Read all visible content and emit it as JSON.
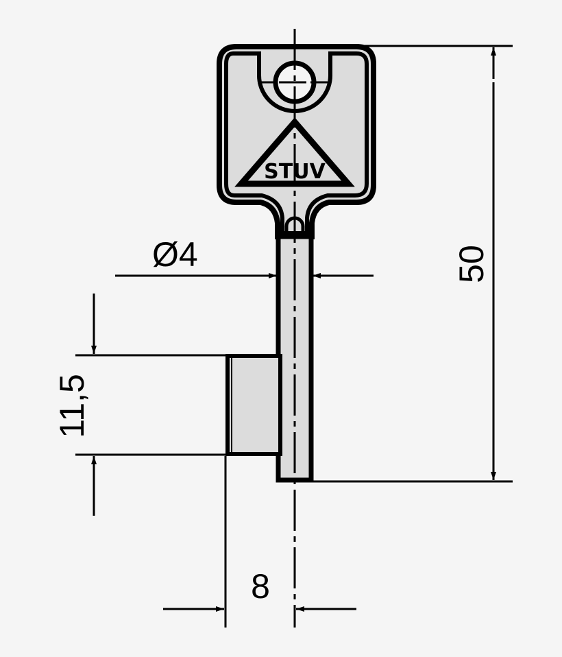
{
  "drawing": {
    "subject": "key",
    "brand_mark": "STUV",
    "colors": {
      "background": "#f5f5f5",
      "fill": "#dcdcdc",
      "line": "#000000"
    }
  },
  "dimensions": {
    "shaft_diameter": {
      "symbol": "Ø",
      "value": "4",
      "label": "Ø4"
    },
    "total_length": {
      "value": "50",
      "label": "50"
    },
    "bit_height": {
      "value": "11,5",
      "label": "11,5"
    },
    "bit_depth": {
      "value": "8",
      "label": "8"
    }
  }
}
